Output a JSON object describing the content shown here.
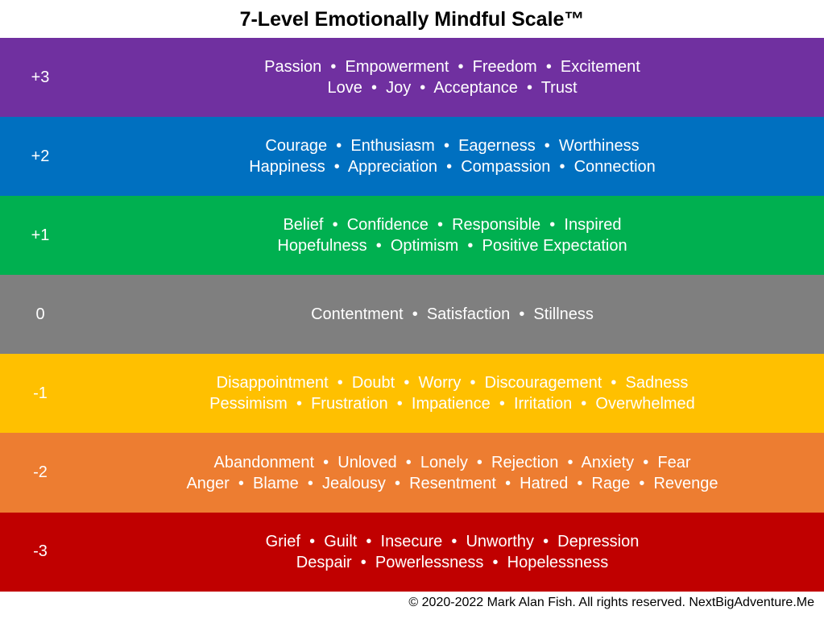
{
  "title": "7-Level Emotionally Mindful Scale™",
  "levels": [
    {
      "label": "+3",
      "color": "#7030A0",
      "lines": [
        "Passion  •  Empowerment  •  Freedom  •  Excitement",
        "Love  •  Joy  •  Acceptance  •  Trust"
      ]
    },
    {
      "label": "+2",
      "color": "#0070C0",
      "lines": [
        "Courage  •  Enthusiasm  •  Eagerness  •  Worthiness",
        "Happiness  •  Appreciation  •  Compassion  •  Connection"
      ]
    },
    {
      "label": "+1",
      "color": "#00B050",
      "lines": [
        "Belief  •  Confidence  •  Responsible  •  Inspired",
        "Hopefulness  •  Optimism  •  Positive Expectation"
      ]
    },
    {
      "label": "0",
      "color": "#7F7F7F",
      "lines": [
        "Contentment  •  Satisfaction  •  Stillness"
      ]
    },
    {
      "label": "-1",
      "color": "#FFC000",
      "lines": [
        "Disappointment  •  Doubt  •  Worry  •  Discouragement  •  Sadness",
        "Pessimism  •  Frustration  •  Impatience  •  Irritation  •  Overwhelmed"
      ]
    },
    {
      "label": "-2",
      "color": "#ED7D31",
      "lines": [
        "Abandonment  •  Unloved  •  Lonely  •  Rejection  •  Anxiety  •  Fear",
        "Anger  •  Blame  •  Jealousy  •  Resentment  •  Hatred  •  Rage  •  Revenge"
      ]
    },
    {
      "label": "-3",
      "color": "#C00000",
      "lines": [
        "Grief  •  Guilt  •  Insecure  •  Unworthy  •  Depression",
        "Despair  •  Powerlessness  •  Hopelessness"
      ]
    }
  ],
  "footer": "© 2020-2022 Mark Alan Fish. All rights reserved. NextBigAdventure.Me"
}
